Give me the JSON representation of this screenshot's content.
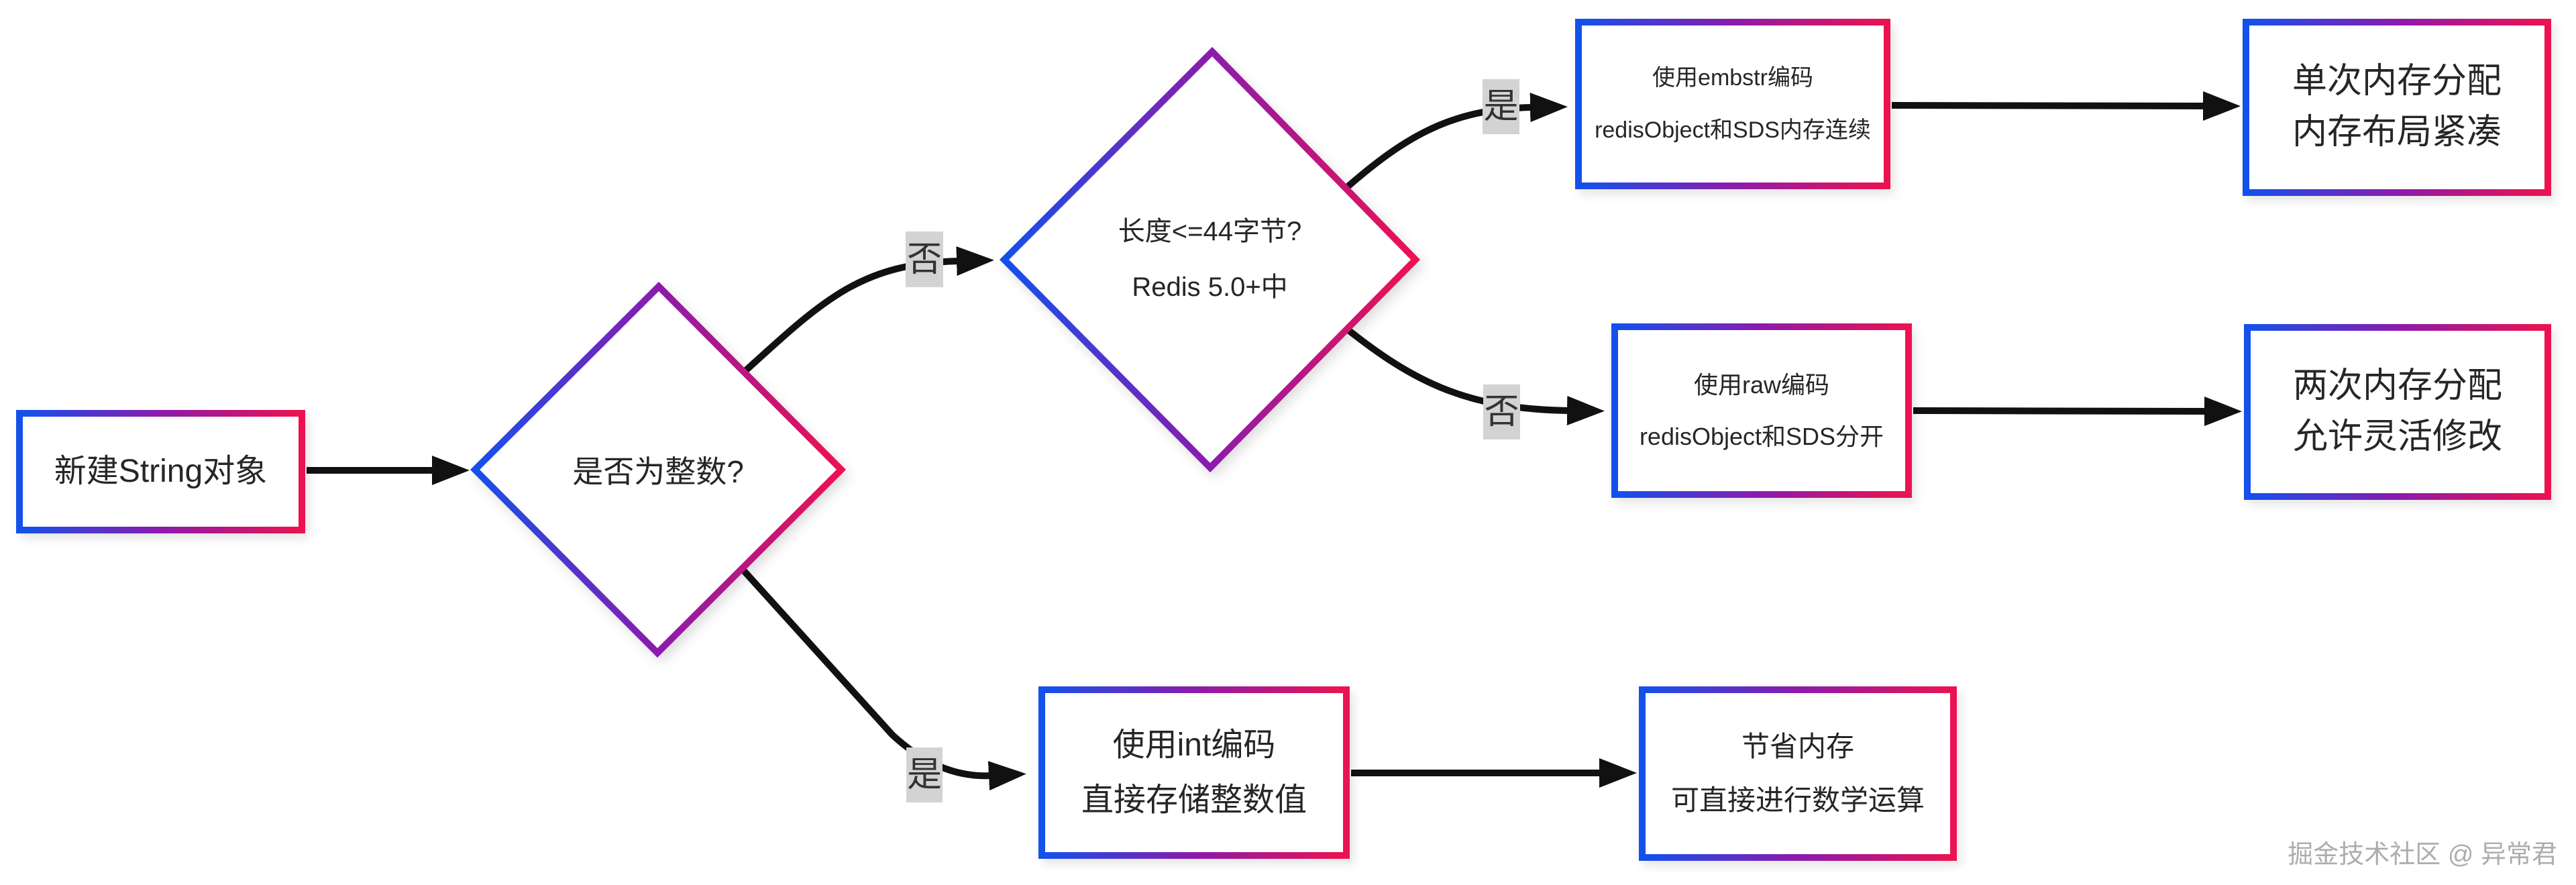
{
  "diagram": {
    "watermark": "掘金技术社区 @ 异常君",
    "colors": {
      "gradient_from": "#1450ec",
      "gradient_mid": "#8b1bad",
      "gradient_to": "#ec1250",
      "arrow": "#111111",
      "edge_label_bg": "#d3d3d3",
      "edge_label_text": "#333333",
      "node_text": "#262626",
      "background": "#ffffff"
    },
    "nodes": {
      "start": {
        "label": "新建String对象"
      },
      "decision_integer": {
        "label": "是否为整数?"
      },
      "decision_length": {
        "line1": "长度<=44字节?",
        "line2": "Redis 5.0+中"
      },
      "embstr": {
        "line1": "使用embstr编码",
        "line2": "redisObject和SDS内存连续"
      },
      "embstr_result": {
        "line1": "单次内存分配",
        "line2": "内存布局紧凑"
      },
      "raw": {
        "line1": "使用raw编码",
        "line2": "redisObject和SDS分开"
      },
      "raw_result": {
        "line1": "两次内存分配",
        "line2": "允许灵活修改"
      },
      "int_enc": {
        "line1": "使用int编码",
        "line2": "直接存储整数值"
      },
      "int_result": {
        "line1": "节省内存",
        "line2": "可直接进行数学运算"
      }
    },
    "edge_labels": {
      "to_length_no": "否",
      "to_embstr_yes": "是",
      "to_raw_no": "否",
      "to_int_yes": "是"
    }
  }
}
